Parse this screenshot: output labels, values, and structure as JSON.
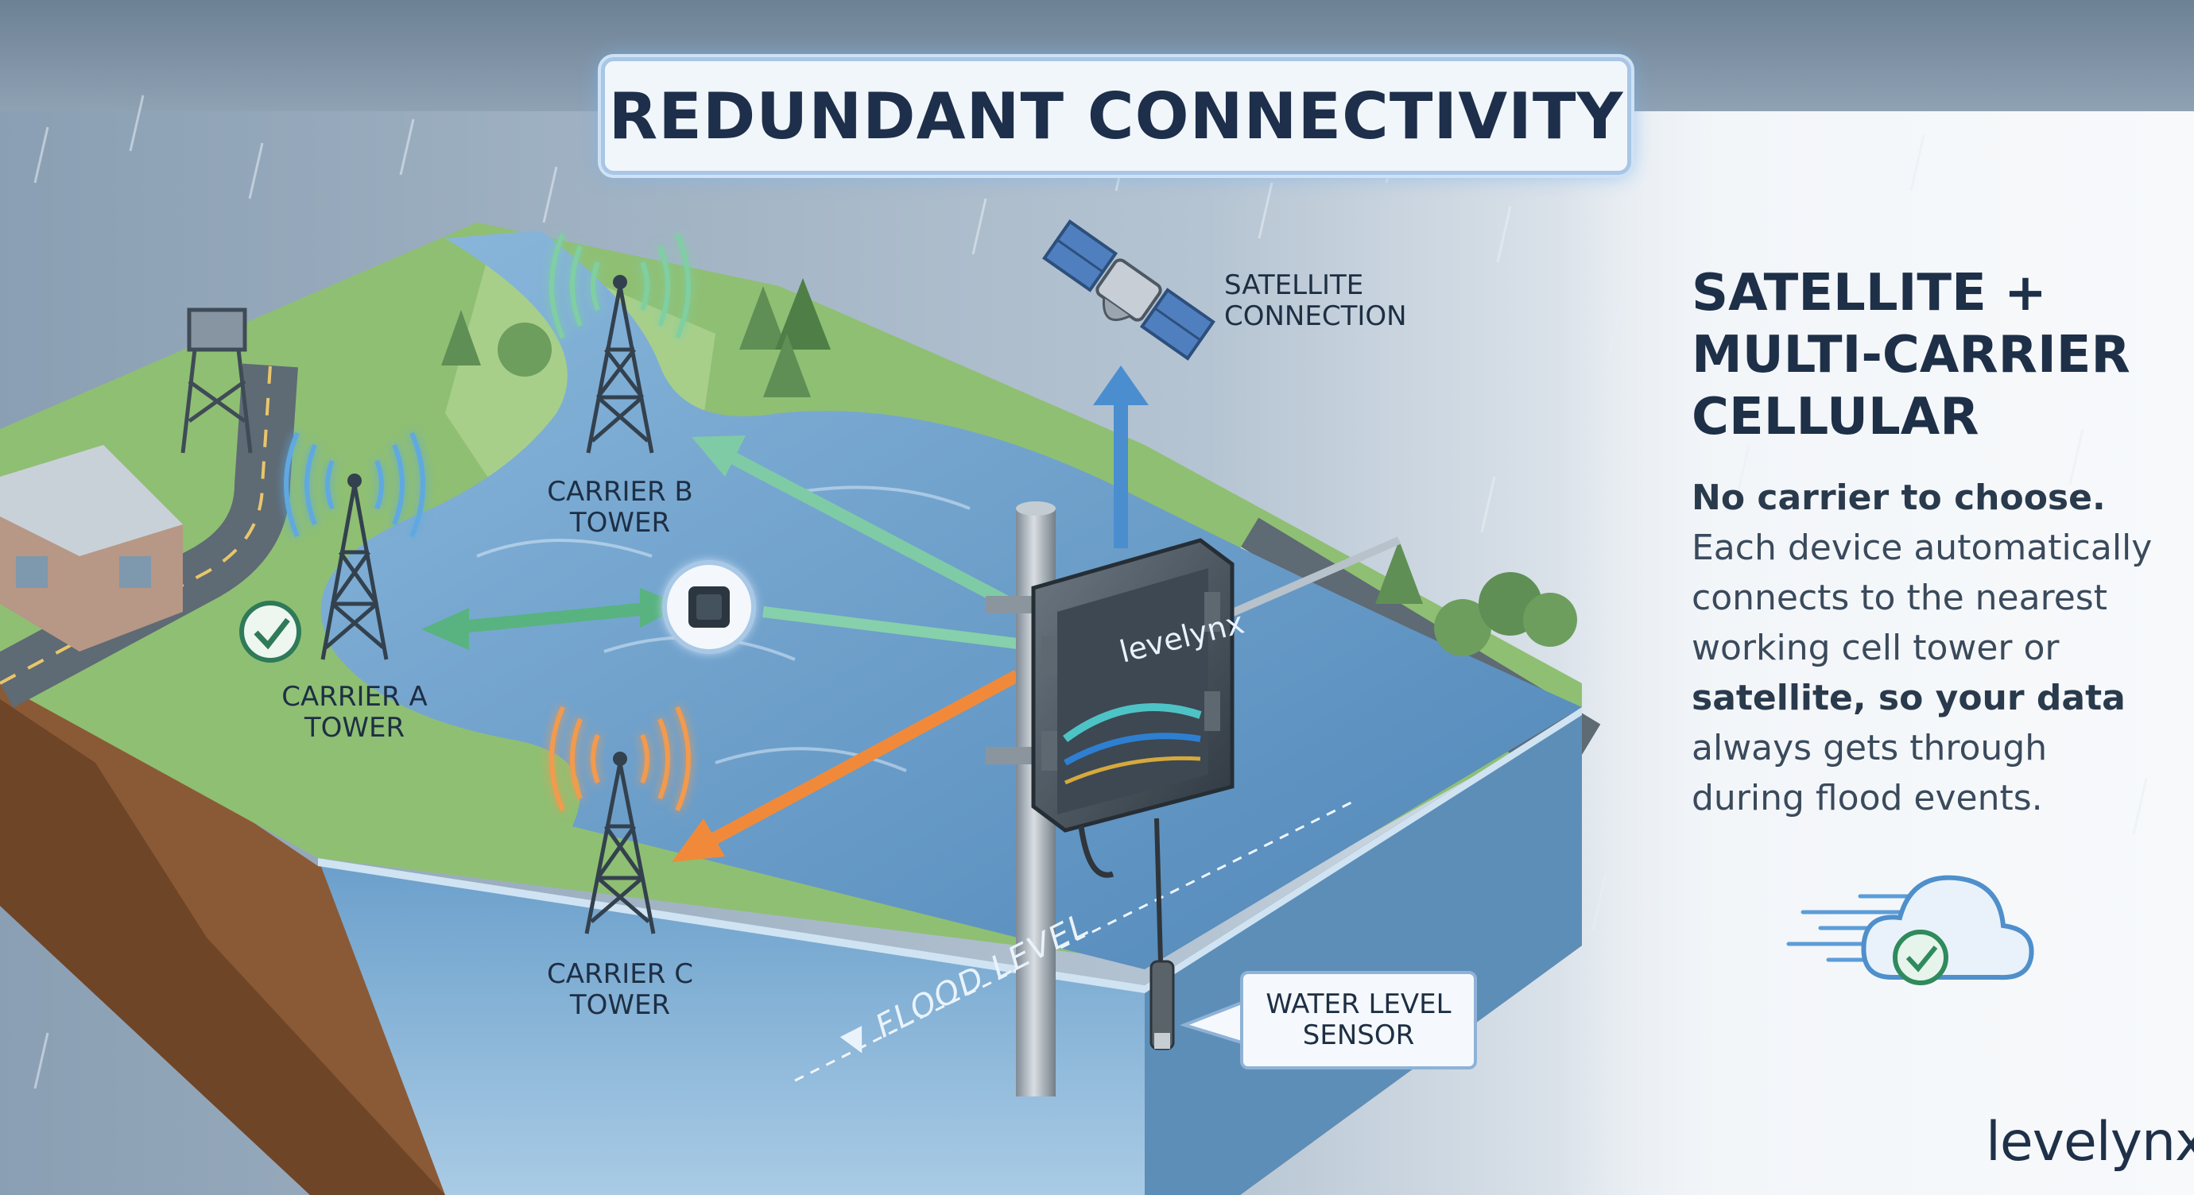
{
  "title": "REDUNDANT CONNECTIVITY",
  "labels": {
    "satellite": [
      "SATELLITE",
      "CONNECTION"
    ],
    "carrier_a": [
      "CARRIER A",
      "TOWER"
    ],
    "carrier_b": [
      "CARRIER B",
      "TOWER"
    ],
    "carrier_c": [
      "CARRIER C",
      "TOWER"
    ],
    "water_sensor": [
      "WATER LEVEL",
      "SENSOR"
    ],
    "flood_level": "▼ FLOOD LEVEL"
  },
  "device_brand": "levelynx",
  "panel": {
    "heading": [
      "SATELLITE +",
      "MULTI-CARRIER",
      "CELLULAR"
    ],
    "body": [
      "No carrier to choose.",
      "Each device automatically",
      "connects to the nearest",
      "working cell tower or",
      "satellite, so your data",
      "always gets through",
      "during flood events."
    ]
  },
  "brand_logo": "levelynx",
  "colors": {
    "carrier_a": "#3aa86a",
    "carrier_b": "#6cc49a",
    "carrier_c": "#f08a3a",
    "satellite_arrow": "#4a8ed0",
    "water": "#6fa2cf",
    "ground": "#8a5a36",
    "grass": "#8fbf73",
    "title_text": "#1d2f4a"
  },
  "icons": [
    "satellite-icon",
    "cell-tower-icon",
    "check-icon",
    "cloud-check-icon",
    "router-icon"
  ]
}
